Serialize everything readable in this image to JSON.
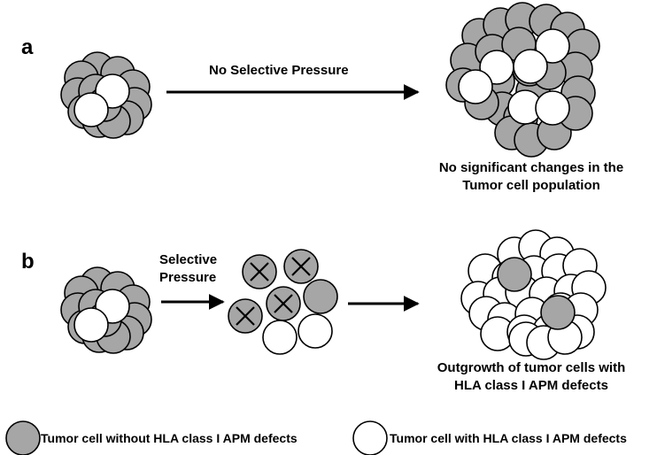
{
  "panel_a": {
    "letter": "a",
    "arrow_label": "No Selective Pressure",
    "caption_line1": "No significant changes in the",
    "caption_line2": "Tumor cell population"
  },
  "panel_b": {
    "letter": "b",
    "arrow_label_line1": "Selective",
    "arrow_label_line2": "Pressure",
    "caption_line1": "Outgrowth of tumor cells with",
    "caption_line2": "HLA class I APM defects"
  },
  "legend": {
    "gray_label": "Tumor cell without HLA class I APM defects",
    "white_label": "Tumor cell with HLA class I APM defects"
  },
  "colors": {
    "gray_cell": "#a6a6a6",
    "white_cell": "#ffffff",
    "outline": "#000000"
  }
}
